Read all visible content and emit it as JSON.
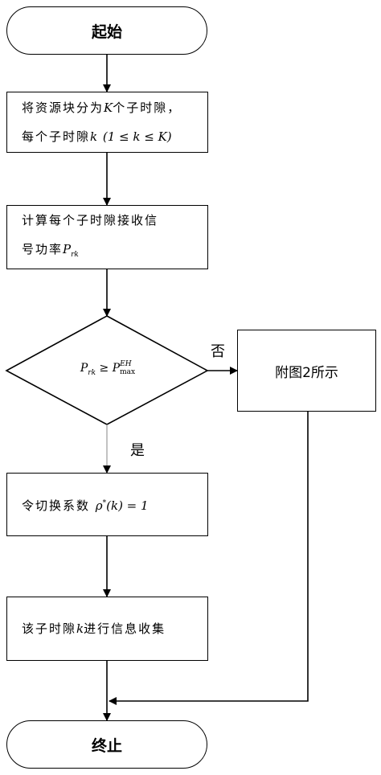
{
  "flow": {
    "start": "起始",
    "step1": {
      "line1_a": "将资源块分为",
      "line1_var": "K",
      "line1_b": "个子时隙，",
      "line2_a": "每个子时隙",
      "line2_var": "k",
      "line2_range": "(1 ≤ k ≤ K)"
    },
    "step2": {
      "line1": "计算每个子时隙接收信",
      "line2_a": "号功率",
      "line2_var": "P",
      "line2_sub": "rk"
    },
    "decision": {
      "lhs": "P",
      "lhs_sub": "rk",
      "op": "≥",
      "rhs": "P",
      "rhs_sup": "EH",
      "rhs_sub": "max"
    },
    "no_label": "否",
    "yes_label": "是",
    "side_box": "附图2所示",
    "step3": {
      "text": "令切换系数",
      "expr": "ρ",
      "expr_sup": "*",
      "expr_rest": "(k) = 1"
    },
    "step4": {
      "text_a": "该子时隙",
      "var": "k",
      "text_b": "进行信息收集"
    },
    "end": "终止"
  }
}
